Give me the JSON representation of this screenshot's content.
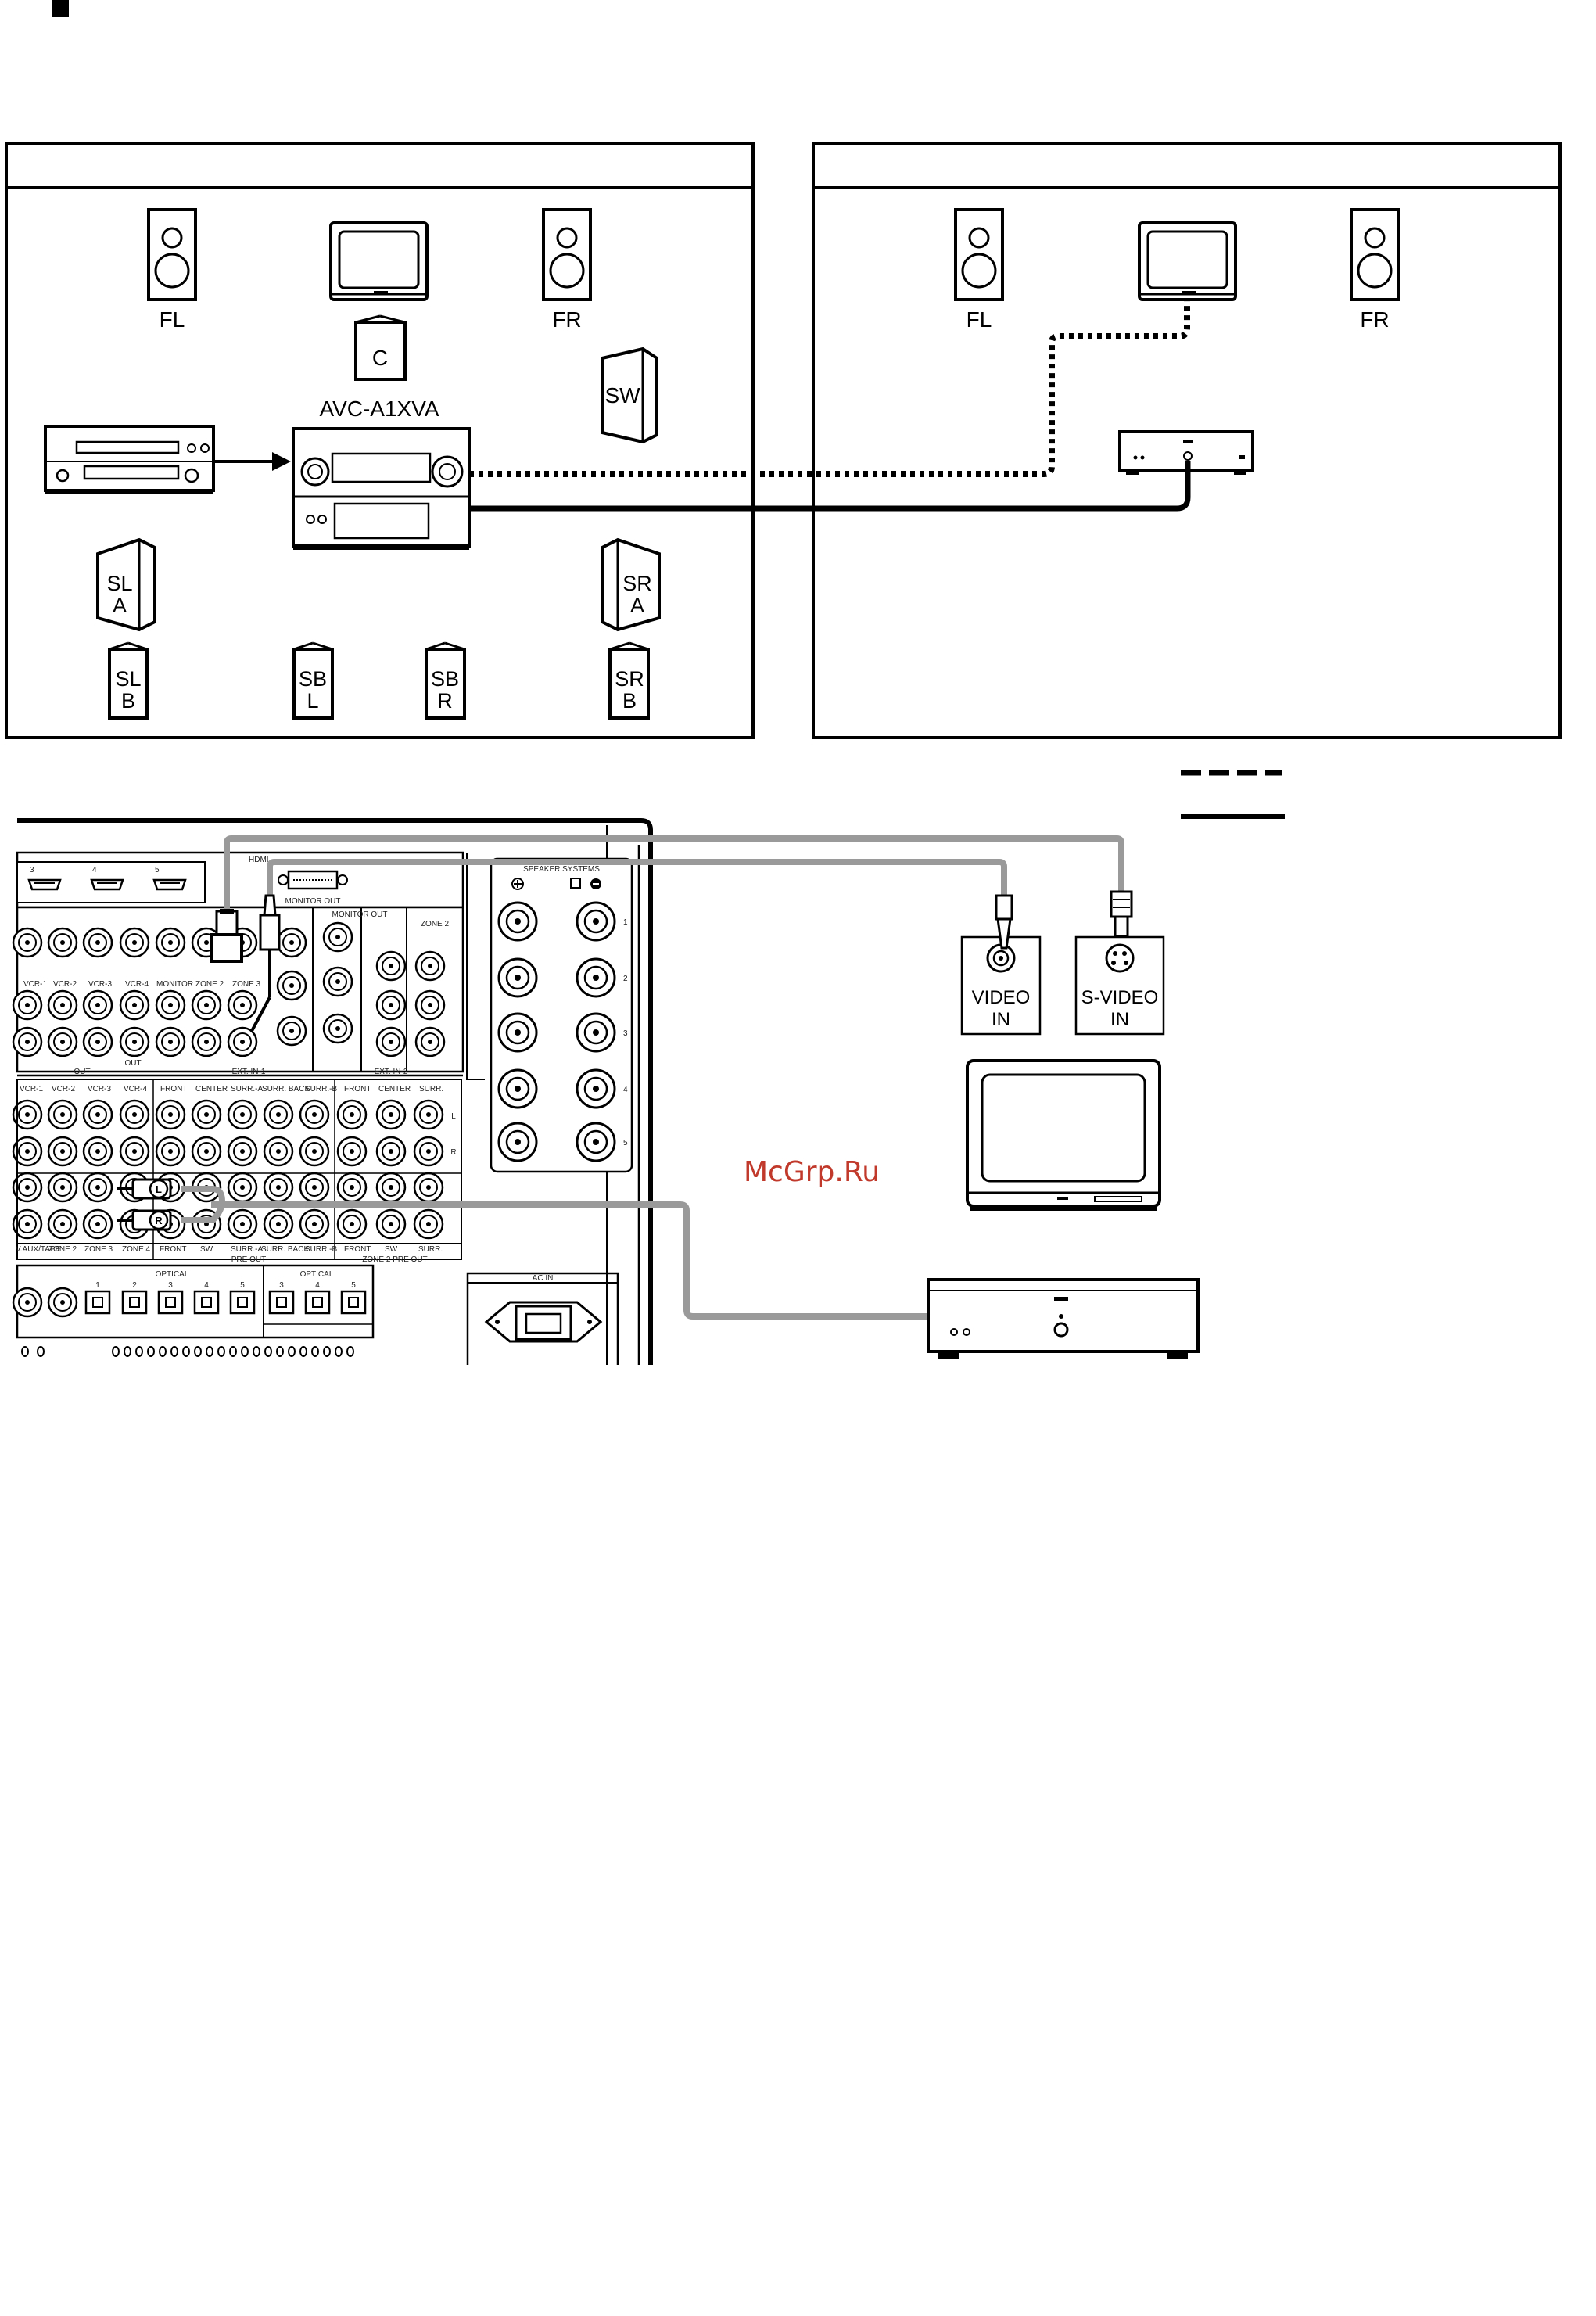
{
  "zones": {
    "main": {
      "speakers": {
        "fl": "FL",
        "fr": "FR",
        "c": "C",
        "sw": "SW",
        "sla_1": "SL",
        "sla_2": "A",
        "sra_1": "SR",
        "sra_2": "A",
        "slb_1": "SL",
        "slb_2": "B",
        "sbl_1": "SB",
        "sbl_2": "L",
        "sbr_1": "SB",
        "sbr_2": "R",
        "srb_1": "SR",
        "srb_2": "B"
      },
      "receiver": "AVC-A1XVA"
    },
    "zone2": {
      "speakers": {
        "fl": "FL",
        "fr": "FR"
      }
    }
  },
  "tv_inputs": {
    "video_1": "VIDEO",
    "video_2": "IN",
    "svideo_1": "S-VIDEO",
    "svideo_2": "IN"
  },
  "panel": {
    "monitor_out": "MONITOR OUT",
    "monitor_out_2": "MONITOR OUT",
    "hdmi": "HDMI",
    "zone2": "ZONE 2",
    "out": "OUT",
    "out2": "OUT",
    "ext_in_1": "EXT. IN-1",
    "ext_in_2": "EXT. IN-2",
    "pre_out": "PRE OUT",
    "zone2_pre_out": "ZONE 2 PRE OUT",
    "optical": "OPTICAL",
    "optical_2": "OPTICAL",
    "ac_in": "AC IN",
    "speaker_systems": "SPEAKER SYSTEMS",
    "l_mark": "L",
    "r_mark": "R",
    "vcr_row": [
      "VCR-1",
      "VCR-2",
      "VCR-3",
      "VCR-4",
      "MONITOR",
      "ZONE 2",
      "ZONE 3"
    ],
    "out_row": [
      "VCR-1",
      "VCR-2",
      "VCR-3",
      "VCR-4"
    ],
    "ext1_row": [
      "FRONT",
      "CENTER",
      "SURR.-A",
      "SURR. BACK",
      "SURR.-B"
    ],
    "ext2_row": [
      "FRONT",
      "CENTER",
      "SURR."
    ],
    "pre_row": [
      "V.AUX/TAPE",
      "ZONE 2",
      "ZONE 3",
      "ZONE 4",
      "FRONT",
      "SW",
      "SURR.-A",
      "SURR. BACK",
      "SURR.-B",
      "FRONT",
      "SW",
      "SURR."
    ],
    "opt_nums": [
      "1",
      "2",
      "3",
      "4",
      "5"
    ],
    "opt_out_nums": [
      "3",
      "4",
      "5"
    ],
    "hdmi_nums": [
      "3",
      "4",
      "5"
    ],
    "terminal_nums": [
      "1",
      "2",
      "3",
      "4",
      "5"
    ]
  },
  "watermark": "McGrp.Ru"
}
